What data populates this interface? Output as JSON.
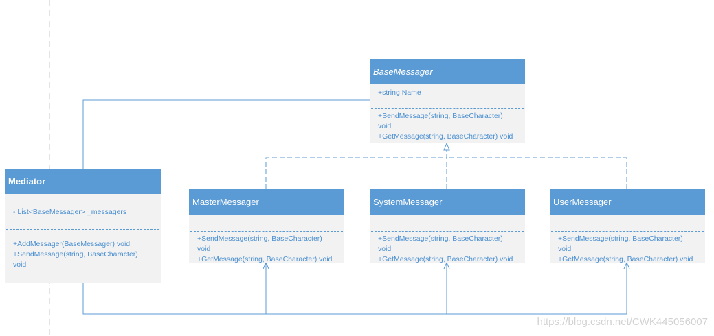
{
  "classes": {
    "base": {
      "name": "BaseMessager",
      "attributes": [
        "+string Name"
      ],
      "operations": [
        "+SendMessage(string, BaseCharacter)",
        "void",
        "+GetMessage(string, BaseCharacter) void"
      ]
    },
    "mediator": {
      "name": "Mediator",
      "attributes": [
        "- List<BaseMessager> _messagers"
      ],
      "operations": [
        "+AddMessager(BaseMessager) void",
        "+SendMessage(string, BaseCharacter)",
        "void"
      ]
    },
    "master": {
      "name": "MasterMessager",
      "attributes": [],
      "operations": [
        "+SendMessage(string, BaseCharacter)",
        "void",
        "+GetMessage(string, BaseCharacter) void"
      ]
    },
    "system": {
      "name": "SystemMessager",
      "attributes": [],
      "operations": [
        "+SendMessage(string, BaseCharacter)",
        "void",
        "+GetMessage(string, BaseCharacter) void"
      ]
    },
    "user": {
      "name": "UserMessager",
      "attributes": [],
      "operations": [
        "+SendMessage(string, BaseCharacter)",
        "void",
        "+GetMessage(string, BaseCharacter) void"
      ]
    }
  },
  "watermark": "https://blog.csdn.net/CWK445056007",
  "colors": {
    "header": "#5b9bd5",
    "body": "#f2f2f2",
    "text": "#4a8fd0",
    "connector": "#5b9bd5",
    "page_border": "#c8c8c8"
  }
}
